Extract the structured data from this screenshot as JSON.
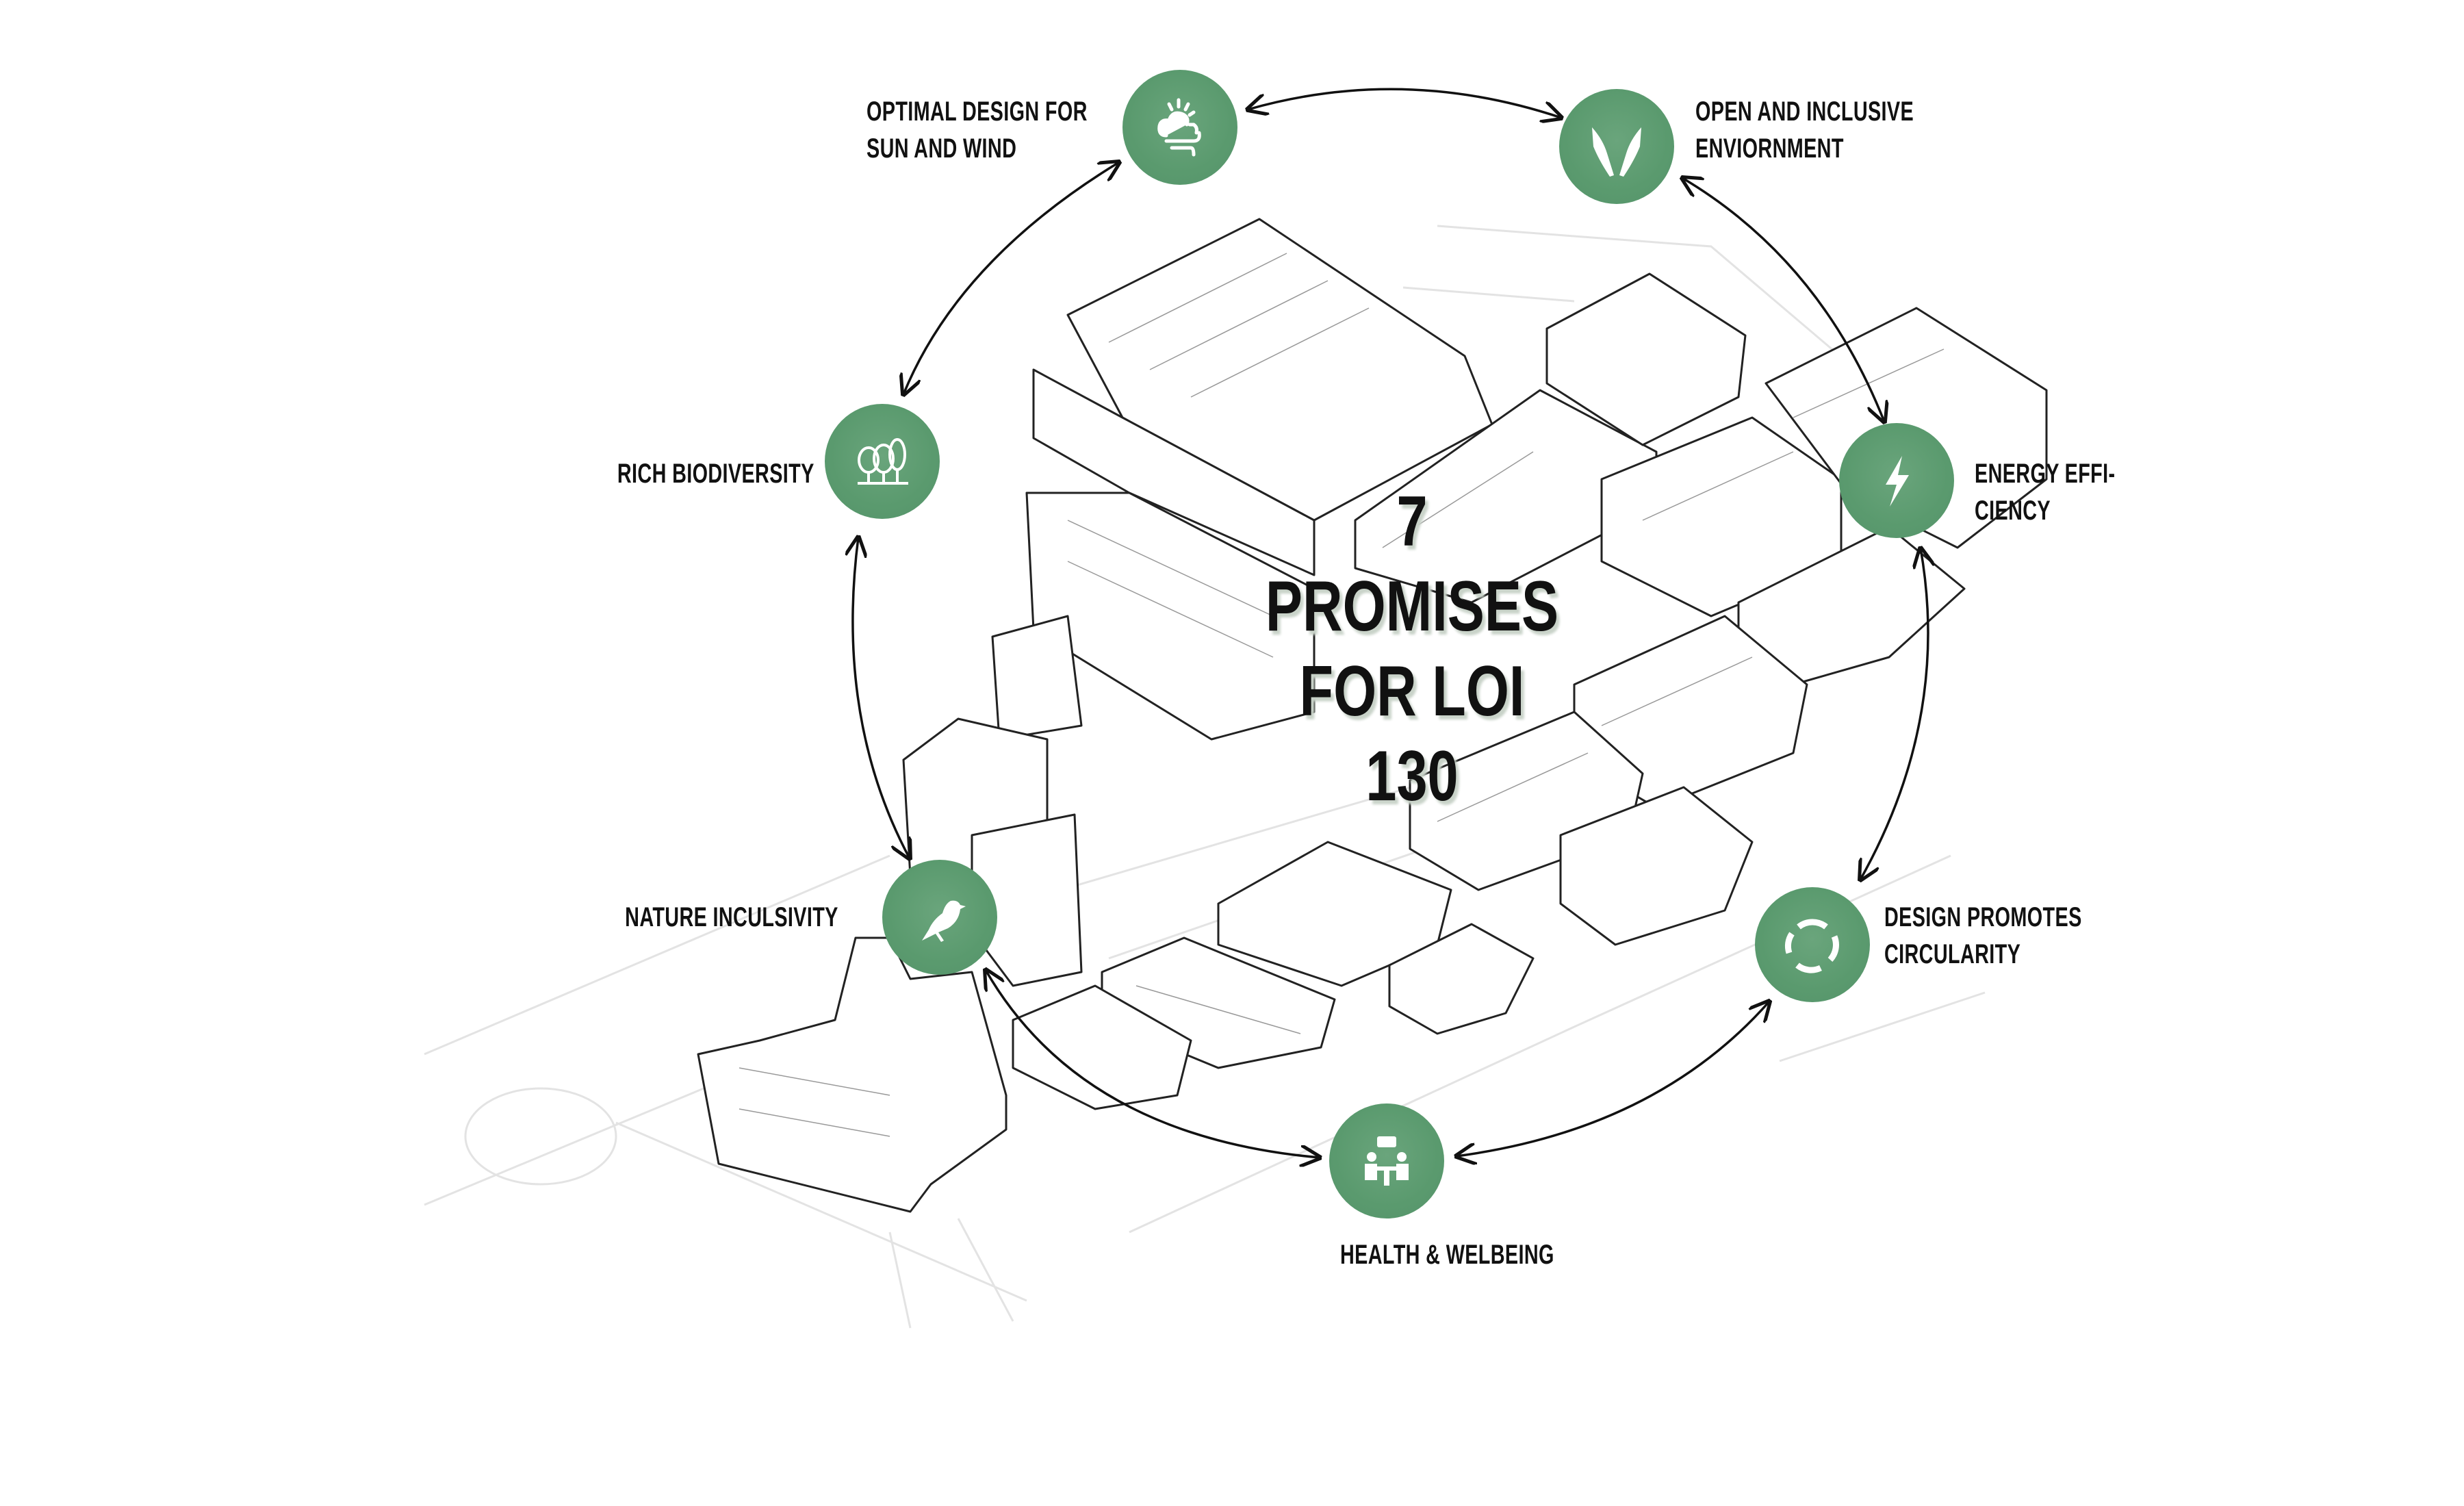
{
  "title": {
    "line1": "7",
    "line2": "PROMISES",
    "line3": "FOR LOI 130"
  },
  "accent_color": "#5a9a6e",
  "promises": [
    {
      "id": "sun-wind",
      "icon": "sun-cloud-wind-icon",
      "lines": [
        "OPTIMAL DESIGN FOR",
        "SUN AND WIND"
      ]
    },
    {
      "id": "open-inclusive",
      "icon": "open-hands-icon",
      "lines": [
        "OPEN AND INCLUSIVE",
        "ENVIORNMENT"
      ]
    },
    {
      "id": "biodiversity",
      "icon": "trees-icon",
      "lines": [
        "RICH BIODIVERSITY"
      ]
    },
    {
      "id": "energy",
      "icon": "lightning-icon",
      "lines": [
        "ENERGY EFFI-",
        "CIENCY"
      ]
    },
    {
      "id": "nature",
      "icon": "bird-icon",
      "lines": [
        "NATURE INCULSIVITY"
      ]
    },
    {
      "id": "circularity",
      "icon": "recycle-arrows-icon",
      "lines": [
        "DESIGN PROMOTES",
        "CIRCULARITY"
      ]
    },
    {
      "id": "health",
      "icon": "people-meeting-icon",
      "lines": [
        "HEALTH & WELBEING"
      ]
    }
  ]
}
